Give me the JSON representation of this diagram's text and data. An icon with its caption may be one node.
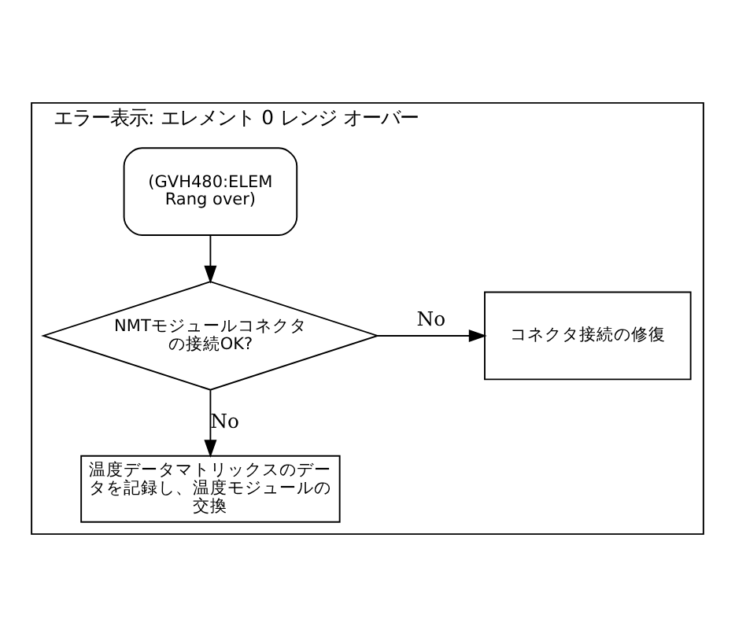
{
  "diagram": {
    "nodes": [
      {
        "text": [
          "エラー表示: エレメント 0 レンジ オーバー"
        ]
      },
      {
        "text": [
          "(GVH480:ELEM Rang over)"
        ],
        "in": 0
      },
      {
        "text": [
          "NMTモジュールコネクタの接続OK?"
        ],
        "in": 0
      },
      {
        "text": [
          "コネクタ接続の修復"
        ],
        "in": 0
      },
      {
        "text": [
          "温度データマトリックスのデータを記録し、温度モジュールの交換"
        ],
        "in": 0
      }
    ],
    "edges": [
      {
        "from": 1,
        "to": 2,
        "arrow": "to"
      },
      {
        "from": 2,
        "to": 3,
        "arrow": "to",
        "label": "No"
      },
      {
        "from": 2,
        "to": 4,
        "arrow": "to",
        "label": "No"
      }
    ]
  }
}
